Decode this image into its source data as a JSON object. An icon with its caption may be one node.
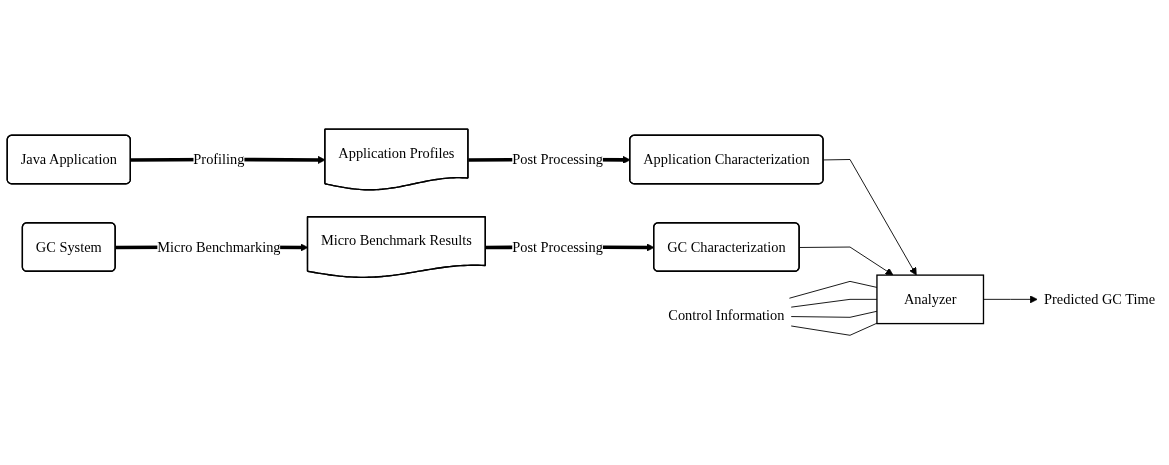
{
  "diagram": {
    "nodes": [
      {
        "text": [
          "Java Application"
        ]
      },
      {
        "text": [
          "Application Profiles"
        ]
      },
      {
        "text": [
          "Application Characterization"
        ]
      },
      {
        "text": [
          "Control Information"
        ]
      },
      {
        "text": [
          "Analyzer"
        ]
      },
      {
        "text": [
          "Predicted GC Time"
        ]
      },
      {
        "text": [
          "GC System"
        ]
      },
      {
        "text": [
          "Micro Benchmark Results"
        ]
      },
      {
        "text": [
          "GC Characterization"
        ]
      }
    ],
    "edges": [
      {
        "from": 0,
        "to": 1,
        "arrow": "to",
        "label": "Profiling",
        "style": "thick"
      },
      {
        "from": 1,
        "to": 2,
        "arrow": "to",
        "label": "Post Processing",
        "style": "thick"
      },
      {
        "from": 6,
        "to": 7,
        "arrow": "to",
        "label": "Micro Benchmarking",
        "style": "thick"
      },
      {
        "from": 7,
        "to": 8,
        "arrow": "to",
        "label": "Post Processing",
        "style": "thick"
      },
      {
        "from": 2,
        "to": 4,
        "arrow": "to"
      },
      {
        "from": 8,
        "to": 4,
        "arrow": "to"
      },
      {
        "from": 3,
        "to": 4,
        "arrow": "none"
      },
      {
        "from": 3,
        "to": 4,
        "arrow": "none"
      },
      {
        "from": 3,
        "to": 4,
        "arrow": "none"
      },
      {
        "from": 3,
        "to": 4,
        "arrow": "none"
      },
      {
        "from": 4,
        "to": 5,
        "arrow": "to"
      }
    ]
  }
}
